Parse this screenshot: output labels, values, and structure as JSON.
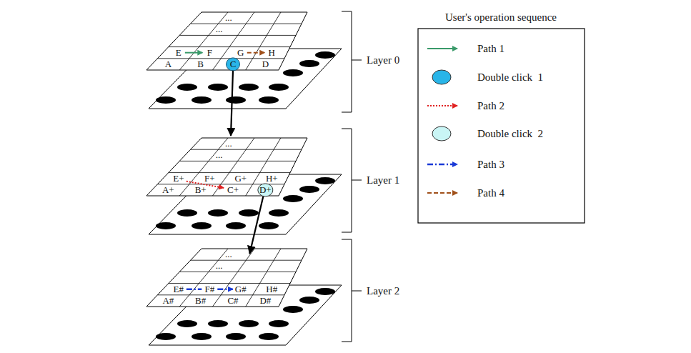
{
  "diagram": {
    "labels": [
      "...",
      "...",
      "E",
      "F",
      "G",
      "H",
      "A",
      "B",
      "C",
      "D",
      "Layer 0",
      "...",
      "...",
      "E+",
      "F+",
      "G+",
      "H+",
      "A+",
      "B+",
      "C+",
      "D+",
      "Layer 1",
      "...",
      "...",
      "E#",
      "F#",
      "G#",
      "H#",
      "A#",
      "B#",
      "C#",
      "D#",
      "Layer 2",
      "User's operation sequence"
    ],
    "legend": [
      {
        "text": "Path 1"
      },
      {
        "text": "Double click  1",
        "color": "#29b5e8"
      },
      {
        "text": "Path 2"
      },
      {
        "text": "Double click  2",
        "color": "#c9f5f5"
      },
      {
        "text": "Path 3"
      },
      {
        "text": "Path 4"
      }
    ]
  }
}
